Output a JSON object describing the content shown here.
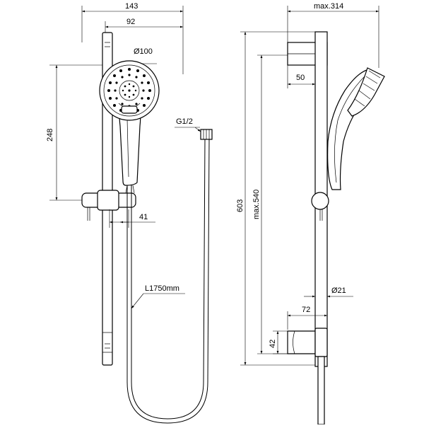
{
  "diagram": {
    "front": {
      "width_overall": "143",
      "width_head_offset": "92",
      "head_diameter": "Ø100",
      "head_height": "248",
      "slider_offset": "41",
      "hose_length": "L1750mm",
      "hose_thread": "G1/2"
    },
    "side": {
      "max_depth": "max.314",
      "bracket_offset": "50",
      "total_height": "603",
      "max_slider_travel": "max.540",
      "bar_diameter": "Ø21",
      "lower_bracket_depth": "72",
      "lower_bracket_height": "42"
    }
  }
}
